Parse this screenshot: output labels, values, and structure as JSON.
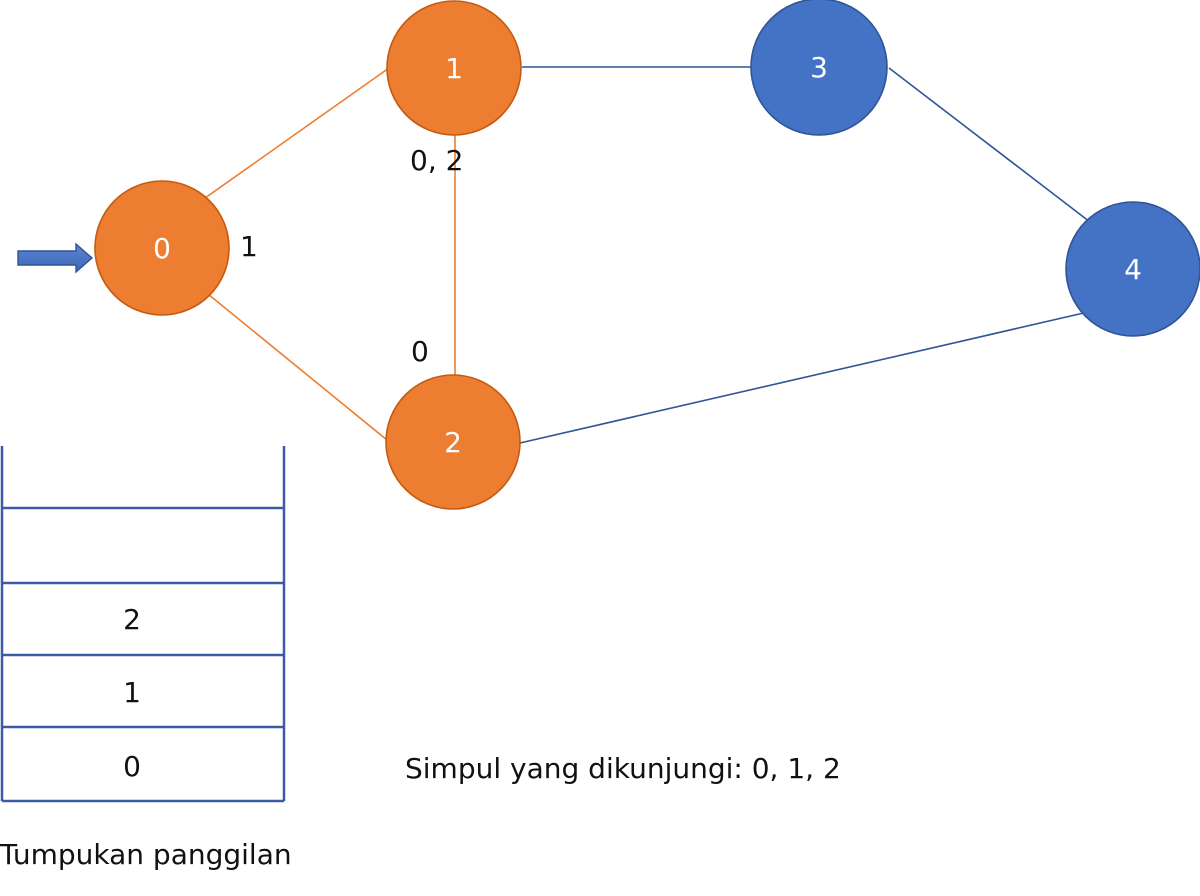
{
  "colors": {
    "visited": "#ED7D31",
    "visited_stroke": "#C55A11",
    "unvisited": "#4472C4",
    "unvisited_stroke": "#2F5597",
    "stack_line": "#3B5BA5",
    "arrow": "#4472C4",
    "text": "#111111"
  },
  "nodes": [
    {
      "id": "0",
      "label": "0",
      "state": "visited"
    },
    {
      "id": "1",
      "label": "1",
      "state": "visited"
    },
    {
      "id": "2",
      "label": "2",
      "state": "visited"
    },
    {
      "id": "3",
      "label": "3",
      "state": "unvisited"
    },
    {
      "id": "4",
      "label": "4",
      "state": "unvisited"
    }
  ],
  "edges": [
    {
      "from": "0",
      "to": "1",
      "state": "visited"
    },
    {
      "from": "0",
      "to": "2",
      "state": "visited"
    },
    {
      "from": "1",
      "to": "2",
      "state": "visited"
    },
    {
      "from": "1",
      "to": "3",
      "state": "unvisited"
    },
    {
      "from": "3",
      "to": "4",
      "state": "unvisited"
    },
    {
      "from": "2",
      "to": "4",
      "state": "unvisited"
    }
  ],
  "annotations": {
    "node0": "1",
    "node1": "0, 2",
    "node2": "0"
  },
  "call_stack": {
    "title": "Tumpukan panggilan",
    "slots": [
      "",
      "",
      "2",
      "1",
      "0"
    ]
  },
  "visited_text": "Simpul yang dikunjungi: 0, 1, 2",
  "start_arrow_icon": "right-arrow-icon"
}
